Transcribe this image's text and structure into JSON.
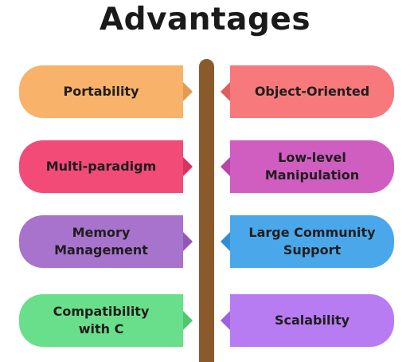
{
  "title": "Advantages",
  "items": {
    "left": [
      {
        "label": "Portability",
        "color": "#f8b26a",
        "tip_color": "#e39a52"
      },
      {
        "label": "Multi-paradigm",
        "color": "#f24b78",
        "tip_color": "#d8345f"
      },
      {
        "label": "Memory\nManagement",
        "color": "#a873cc",
        "tip_color": "#9058b8"
      },
      {
        "label": "Compatibility\nwith C",
        "color": "#69de8b",
        "tip_color": "#4fc672"
      }
    ],
    "right": [
      {
        "label": "Object-Oriented",
        "color": "#f7797b",
        "tip_color": "#e05d60"
      },
      {
        "label": "Low-level\nManipulation",
        "color": "#d05ec0",
        "tip_color": "#b844a8"
      },
      {
        "label": "Large Community\nSupport",
        "color": "#4aa8ea",
        "tip_color": "#2f8fd4"
      },
      {
        "label": "Scalability",
        "color": "#b87cf2",
        "tip_color": "#9f61dc"
      }
    ]
  }
}
